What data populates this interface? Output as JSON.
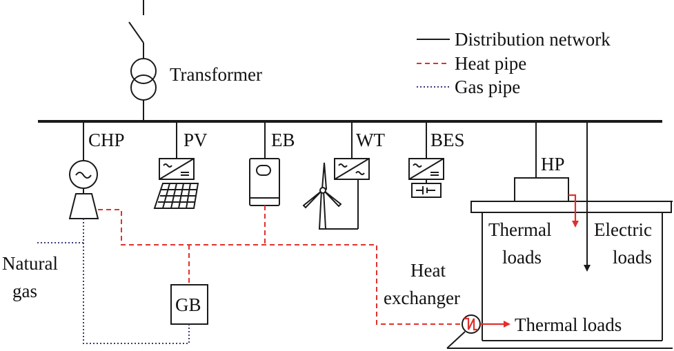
{
  "legend": {
    "distribution": "Distribution network",
    "heat": "Heat pipe",
    "gas": "Gas pipe"
  },
  "labels": {
    "transformer": "Transformer",
    "chp": "CHP",
    "pv": "PV",
    "eb": "EB",
    "wt": "WT",
    "bes": "BES",
    "hp": "HP",
    "gb": "GB",
    "natural": "Natural",
    "gas": "gas",
    "heat": "Heat",
    "exchanger": "exchanger",
    "thermal_loads_bottom": "Thermal loads",
    "thermal": "Thermal",
    "loads_a": "loads",
    "electric": "Electric",
    "loads_b": "loads"
  },
  "colors": {
    "distribution": "#1a1a1a",
    "heat_pipe": "#e0302a",
    "gas_pipe": "#3a3a78"
  }
}
